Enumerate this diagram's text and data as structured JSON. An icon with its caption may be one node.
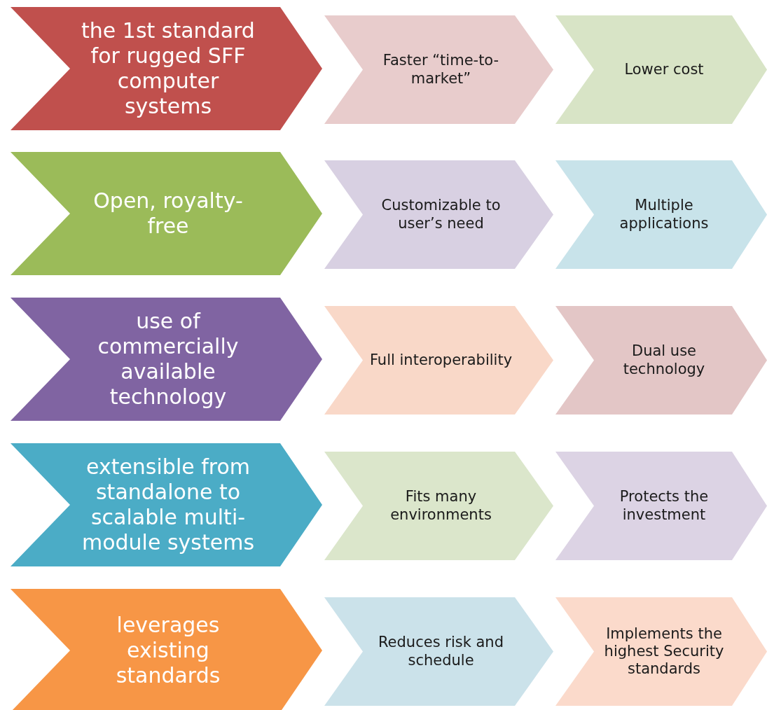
{
  "diagram": {
    "nodes": [
      {
        "text": [
          "the 1st standard for rugged SFF computer systems"
        ]
      },
      {
        "text": [
          "Faster “time-to-market”"
        ]
      },
      {
        "text": [
          "Lower cost"
        ]
      },
      {
        "text": [
          "Open, royalty-free"
        ]
      },
      {
        "text": [
          "Customizable to user’s need"
        ]
      },
      {
        "text": [
          "Multiple applications"
        ]
      },
      {
        "text": [
          "use of commercially available technology"
        ]
      },
      {
        "text": [
          "Full interoperability"
        ]
      },
      {
        "text": [
          "Dual use technology"
        ]
      },
      {
        "text": [
          "extensible from standalone to scalable multi-module systems"
        ]
      },
      {
        "text": [
          "Fits many environments"
        ]
      },
      {
        "text": [
          "Protects the investment"
        ]
      },
      {
        "text": [
          "leverages existing standards"
        ]
      },
      {
        "text": [
          "Reduces risk and schedule"
        ]
      },
      {
        "text": [
          "Implements the highest Security standards"
        ]
      }
    ]
  }
}
